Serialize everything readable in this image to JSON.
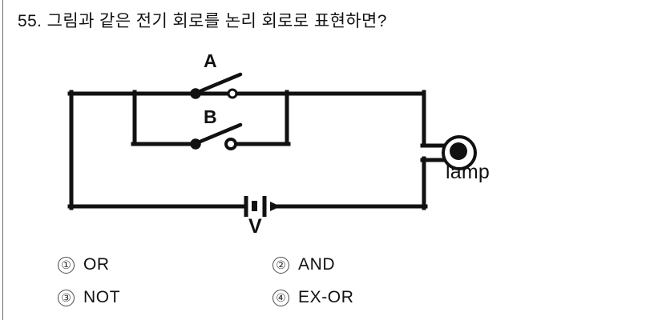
{
  "page": {
    "background_color": "#ffffff",
    "ink_color": "#111111"
  },
  "question": {
    "number": "55.",
    "text": "그림과 같은 전기 회로를 논리 회로로 표현하면?",
    "full": "55. 그림과 같은 전기 회로를 논리 회로로 표현하면?"
  },
  "figure": {
    "name": "electrical-circuit-diagram",
    "description": "Two switches in parallel feeding a lamp and a battery in series",
    "labels": {
      "switch_a": "A",
      "switch_b": "B",
      "battery": "V",
      "lamp": "lamp"
    },
    "components": [
      {
        "type": "switch",
        "label": "A",
        "state": "open",
        "position": "upper-parallel-branch"
      },
      {
        "type": "switch",
        "label": "B",
        "state": "open",
        "position": "lower-parallel-branch"
      },
      {
        "type": "lamp",
        "label": "lamp",
        "position": "right-side"
      },
      {
        "type": "battery",
        "label": "V",
        "position": "bottom"
      }
    ]
  },
  "choices": [
    {
      "marker": "①",
      "label": "OR"
    },
    {
      "marker": "②",
      "label": "AND"
    },
    {
      "marker": "③",
      "label": "NOT"
    },
    {
      "marker": "④",
      "label": "EX-OR"
    }
  ]
}
